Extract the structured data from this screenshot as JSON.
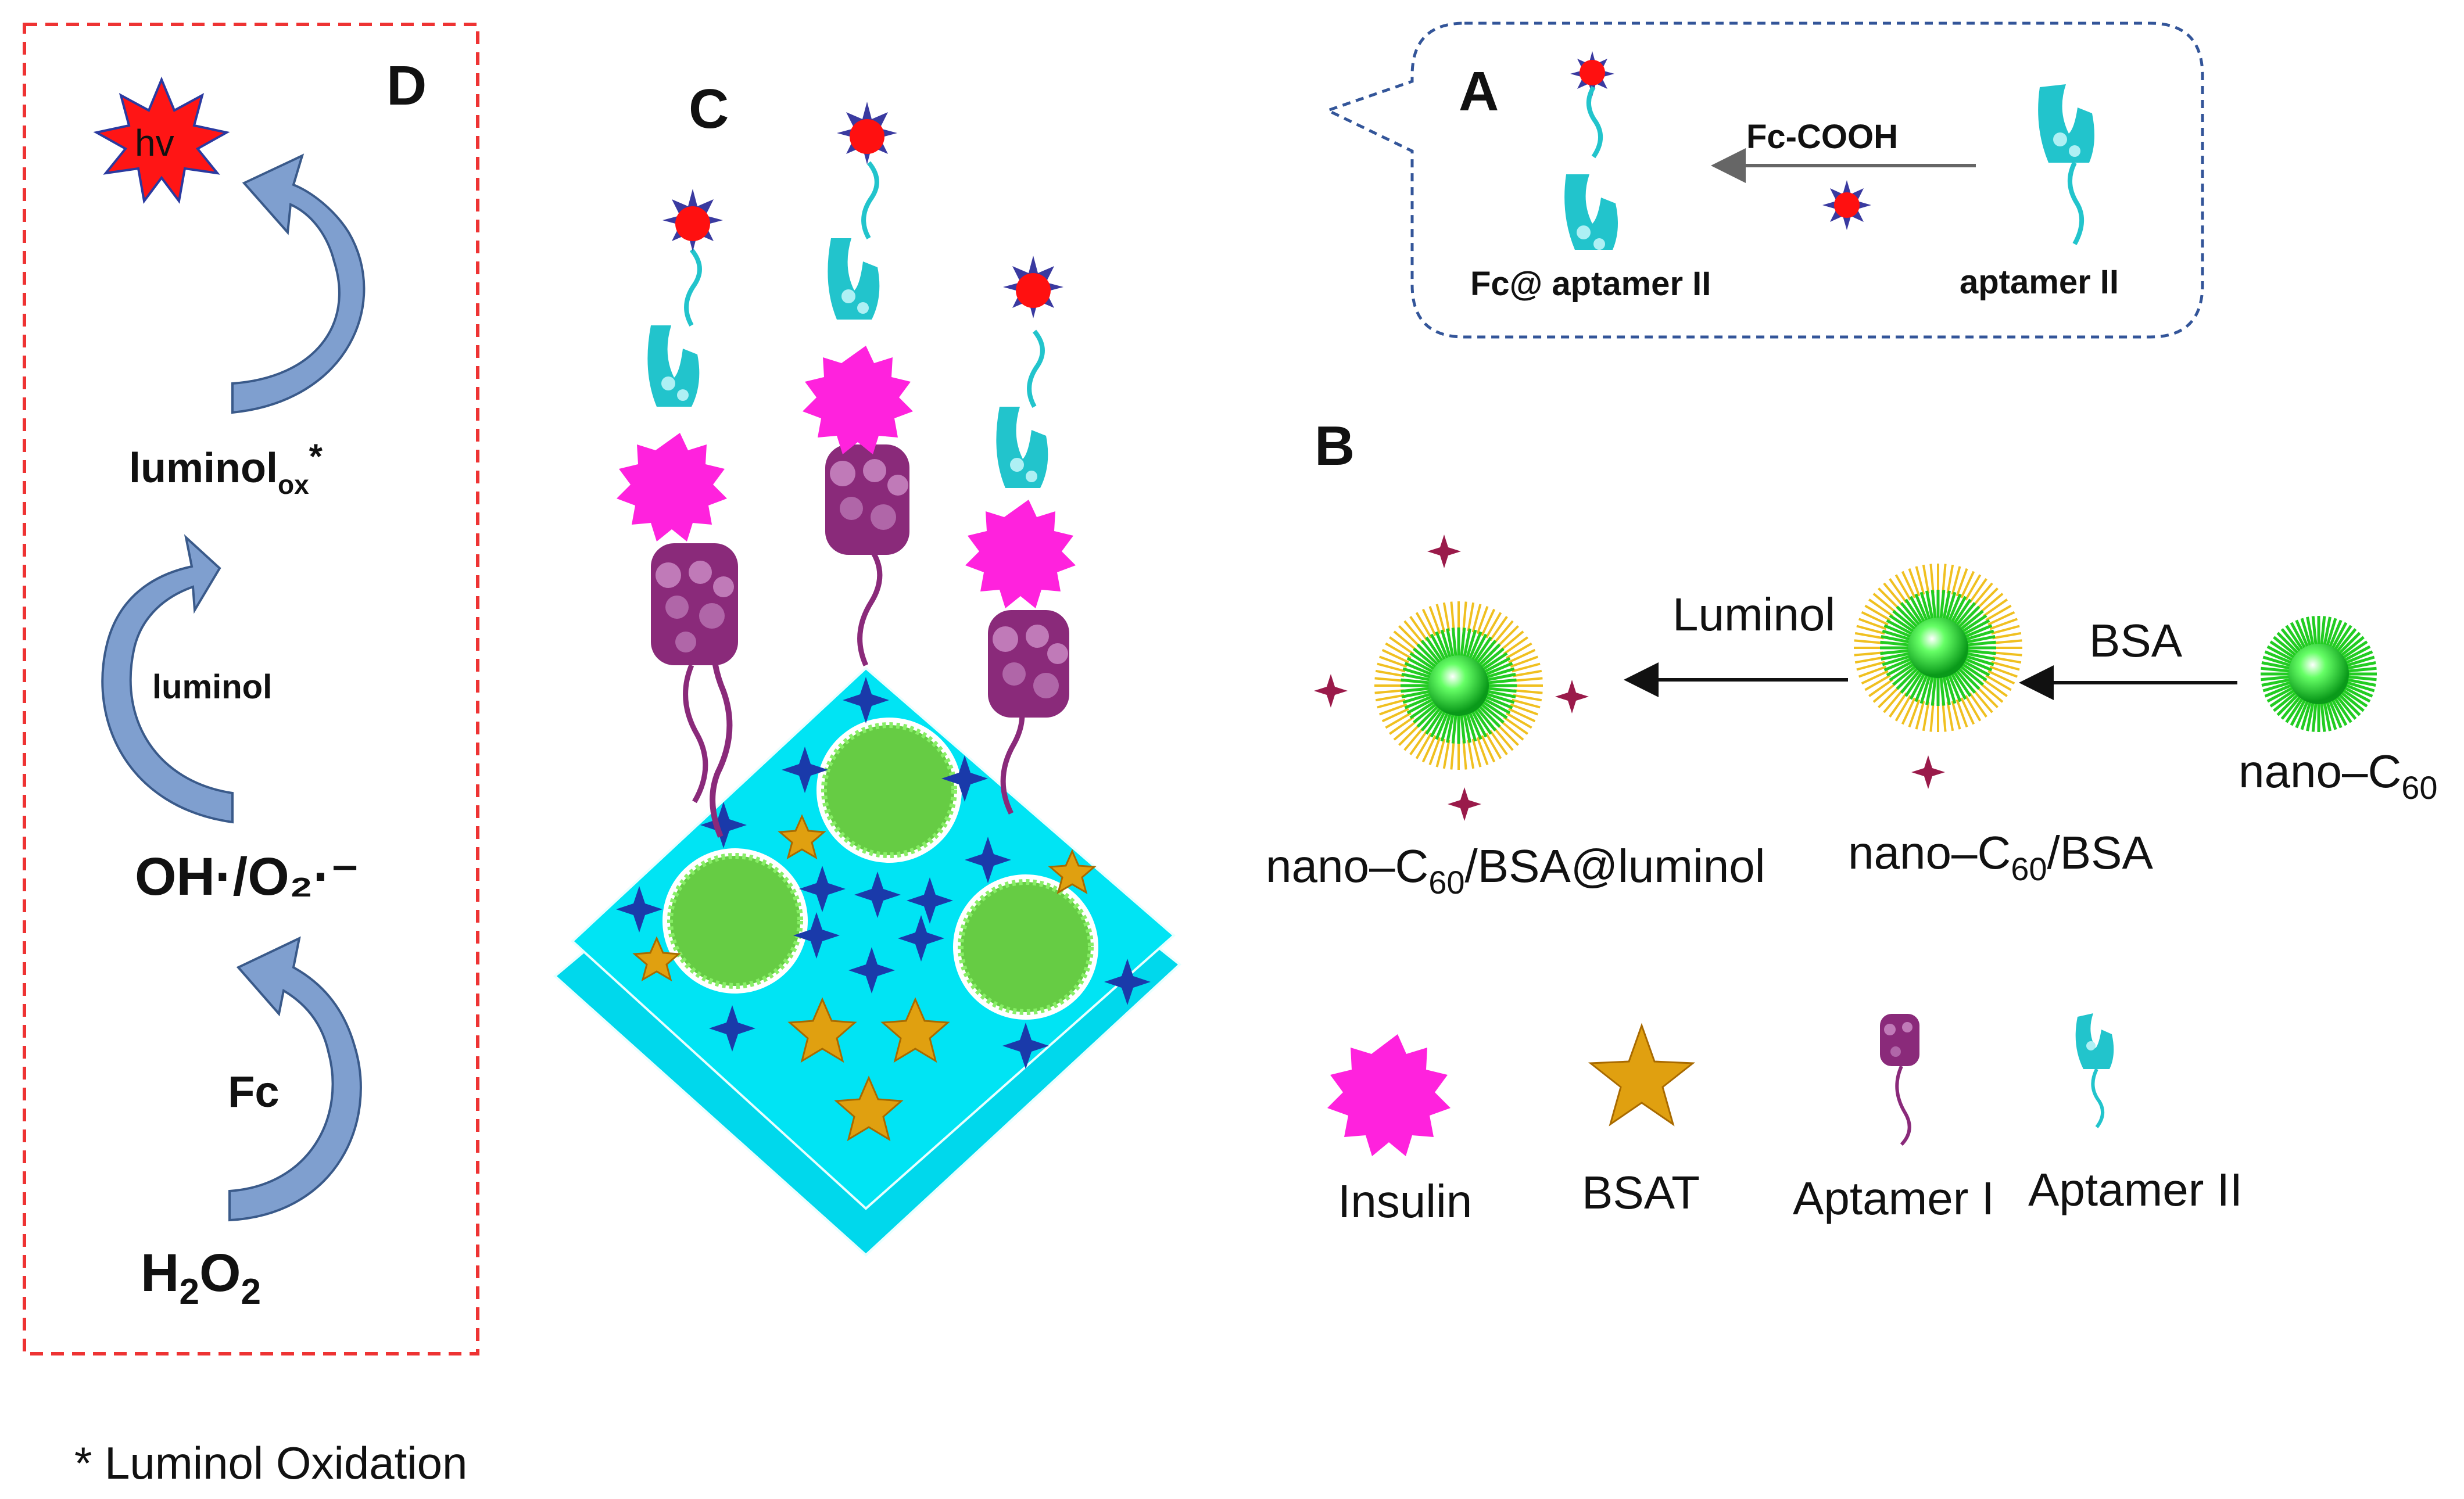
{
  "panels": {
    "A": {
      "letter": "A",
      "reagent": "Fc-COOH",
      "product_label": "Fc@ aptamer II",
      "start_label": "aptamer II"
    },
    "B": {
      "letter": "B",
      "step1_reagent": "BSA",
      "step2_reagent": "Luminol",
      "start": {
        "base": "nano–C",
        "sub": "60"
      },
      "middle": {
        "base": "nano–C",
        "sub": "60",
        "rest": "/BSA"
      },
      "product": {
        "base": "nano–C",
        "sub": "60",
        "rest": "/BSA@luminol"
      }
    },
    "C": {
      "letter": "C"
    },
    "D": {
      "letter": "D",
      "hv": "hv",
      "luminol_ox": {
        "base": "luminol",
        "sub": "ox",
        "sup": "*"
      },
      "luminol": "luminol",
      "radicals": "OH·/O₂·⁻",
      "fc": "Fc",
      "h2o2": {
        "pre": "H",
        "sub1": "2",
        "mid": "O",
        "sub2": "2"
      }
    }
  },
  "legend": {
    "insulin": "Insulin",
    "bsat": "BSAT",
    "aptamer1": "Aptamer I",
    "aptamer2": "Aptamer II"
  },
  "footnote": "* Luminol Oxidation",
  "colors": {
    "insulin": "#ff22dd",
    "bsat": "#e0a010",
    "aptamer1": "#8a2a7a",
    "aptamer2": "#22c4cc",
    "substrate": "#00e0f0",
    "cross": "#1a3aaa",
    "ferrocene": "#ff1010",
    "c60_core": "#33dd33",
    "bsa_shell": "#f0c020",
    "arrow_blue": "#7f9fcf",
    "dashed_red": "#ee3333",
    "dashed_blue": "#335599"
  }
}
